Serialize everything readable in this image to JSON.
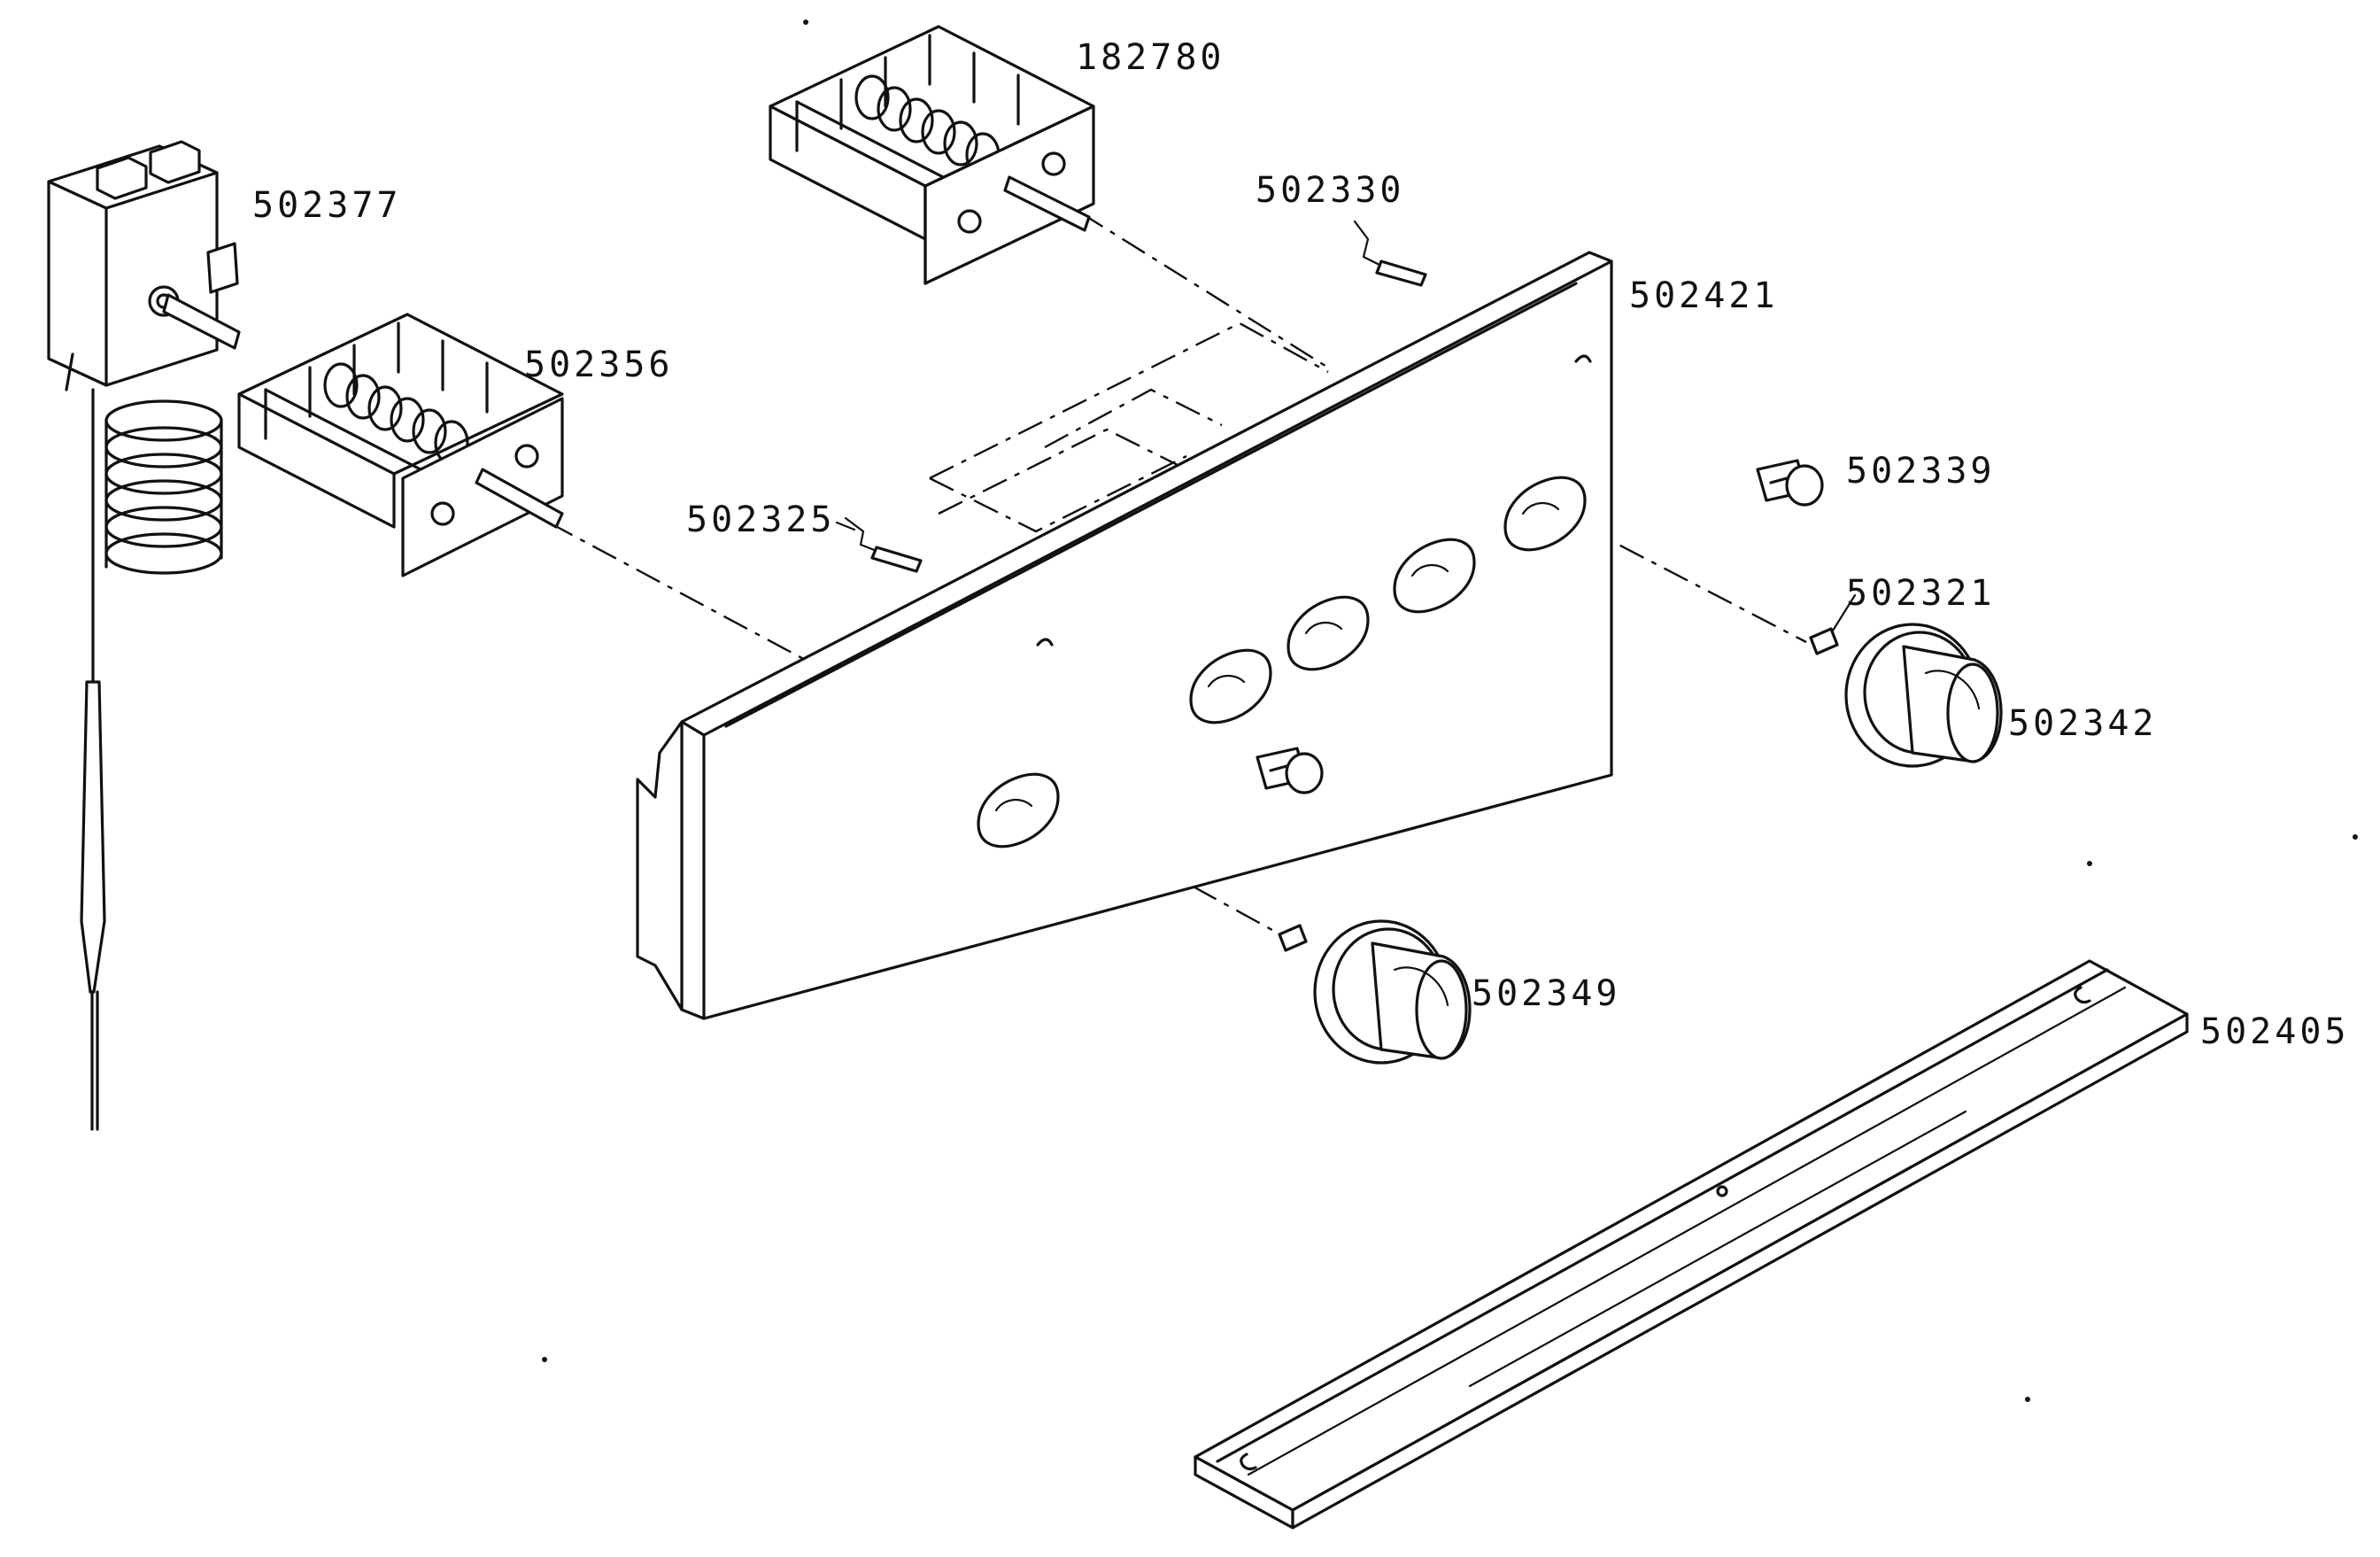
{
  "colors": {
    "ink": "#111111",
    "paper": "#ffffff"
  },
  "parts": [
    {
      "id": "thermostat",
      "label": "502377",
      "icon": "thermostat-capillary"
    },
    {
      "id": "switch-top",
      "label": "182780",
      "icon": "rotary-switch"
    },
    {
      "id": "switch-left",
      "label": "502356",
      "icon": "rotary-switch"
    },
    {
      "id": "lamp-clip",
      "label": "502330",
      "icon": "clip"
    },
    {
      "id": "control-panel",
      "label": "502421",
      "icon": "control-panel"
    },
    {
      "id": "clip-left",
      "label": "502325",
      "icon": "clip"
    },
    {
      "id": "indicator-lamp",
      "label": "502339",
      "icon": "indicator-lamp"
    },
    {
      "id": "knob-insert",
      "label": "502321",
      "icon": "insert"
    },
    {
      "id": "knob-right",
      "label": "502342",
      "icon": "control-knob"
    },
    {
      "id": "knob-bottom",
      "label": "502349",
      "icon": "control-knob"
    },
    {
      "id": "mounting-rail",
      "label": "502405",
      "icon": "rail"
    }
  ]
}
